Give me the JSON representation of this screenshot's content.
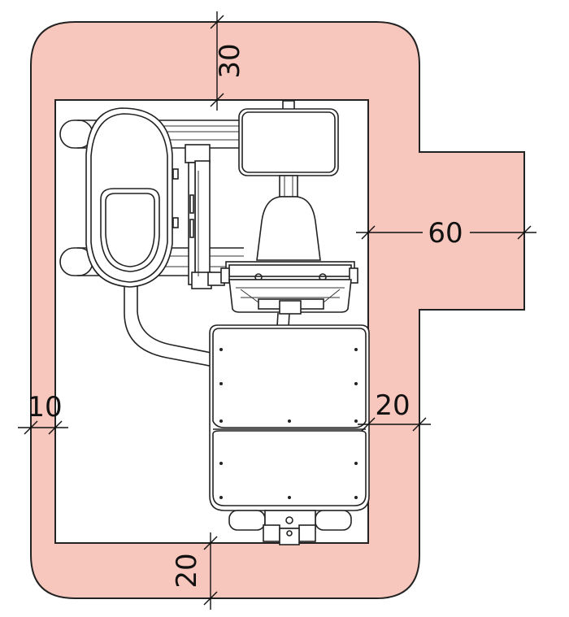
{
  "colors": {
    "clearance_zone": "#f7c6bc",
    "clearance_outline": "#222222",
    "equipment_fill": "#ffffff",
    "line": "#222222"
  },
  "dimensions": {
    "top": "30",
    "right": "60",
    "left": "10",
    "inner_right": "20",
    "bottom": "20"
  }
}
